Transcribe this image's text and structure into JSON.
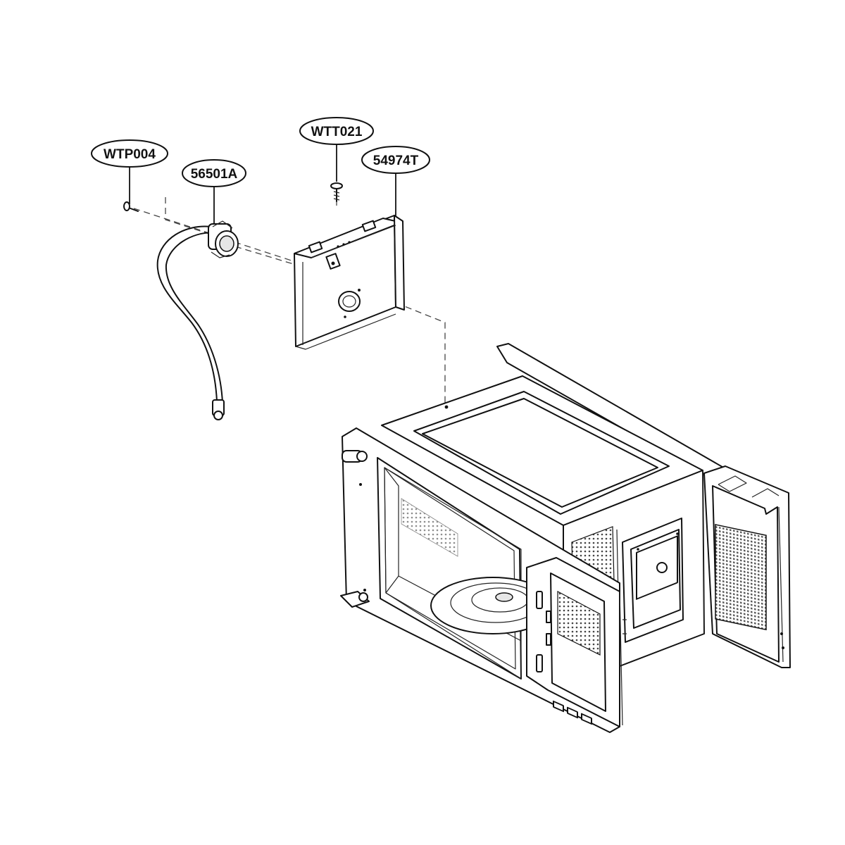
{
  "callouts": [
    {
      "id": "WTP004",
      "label": "WTP004"
    },
    {
      "id": "56501A",
      "label": "56501A"
    },
    {
      "id": "WTT021",
      "label": "WTT021"
    },
    {
      "id": "54974T",
      "label": "54974T"
    }
  ]
}
